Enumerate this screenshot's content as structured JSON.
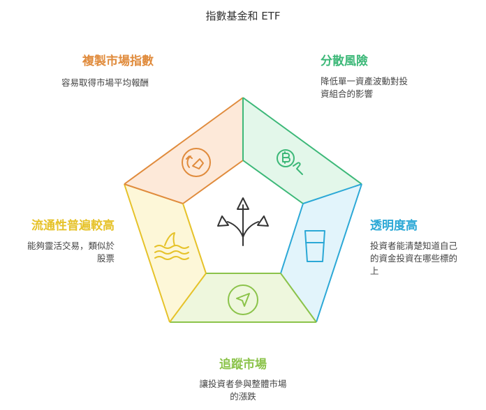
{
  "title": "指數基金和 ETF",
  "segments": [
    {
      "label": "複製市場指數",
      "desc": "容易取得市場平均報酬",
      "color": "#e08b3c",
      "fill": "#fde9d9",
      "icon": "rotate-arrow-icon"
    },
    {
      "label": "分散風險",
      "desc_lines": [
        "降低單一資產波動對投",
        "資組合的影響"
      ],
      "color": "#3cb878",
      "fill": "#e3f7ea",
      "icon": "bitcoin-hand-icon"
    },
    {
      "label": "透明度高",
      "desc_lines": [
        "投資者能清楚知道自己",
        "的資金投資在哪些標的",
        "上"
      ],
      "color": "#2ba8d6",
      "fill": "#e2f4fb",
      "icon": "glass-icon"
    },
    {
      "label": "追蹤市場",
      "desc_lines": [
        "讓投資者參與整體市場",
        "的漲跌"
      ],
      "color": "#8bc34a",
      "fill": "#eef7dd",
      "icon": "navigation-arrow-icon"
    },
    {
      "label": "流通性普遍較高",
      "desc_lines": [
        "能夠靈活交易，類似於",
        "股票"
      ],
      "color": "#e6c229",
      "fill": "#fdf7d8",
      "icon": "shark-fin-icon"
    }
  ],
  "center_icon": "split-arrows-icon"
}
